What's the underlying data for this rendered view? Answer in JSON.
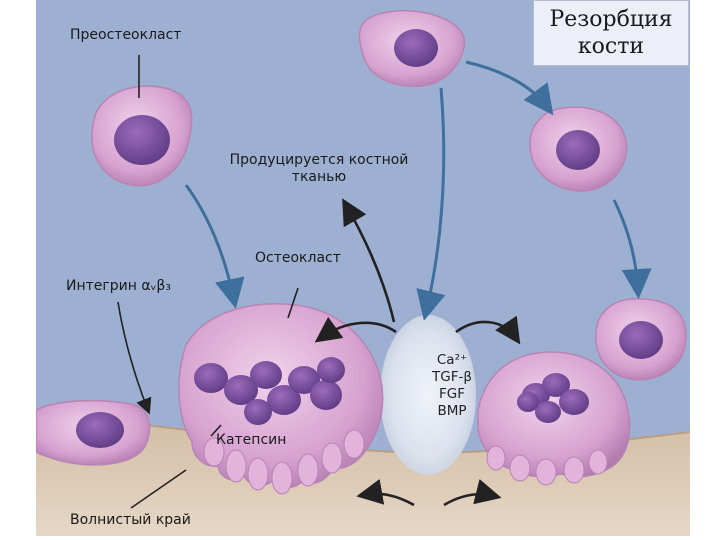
{
  "title": {
    "line1": "Резорбция",
    "line2": "кости"
  },
  "labels": {
    "preosteoclast": "Преостеокласт",
    "produced_line1": "Продуцируется костной",
    "produced_line2": "тканью",
    "osteoclast": "Остеокласт",
    "integrin": "Интегрин αᵥβ₃",
    "cathepsin": "Катепсин",
    "ruffled_border": "Волнистый край"
  },
  "factors": [
    "Ca²⁺",
    "TGF-β",
    "FGF",
    "BMP"
  ],
  "colors": {
    "background": "#9eb0d2",
    "bone": "#d8c4ad",
    "cell": "#d9a6d3",
    "nucleus": "#7d4f9d",
    "arrow_blue": "#3f6f9c",
    "arrow_black": "#222222"
  }
}
